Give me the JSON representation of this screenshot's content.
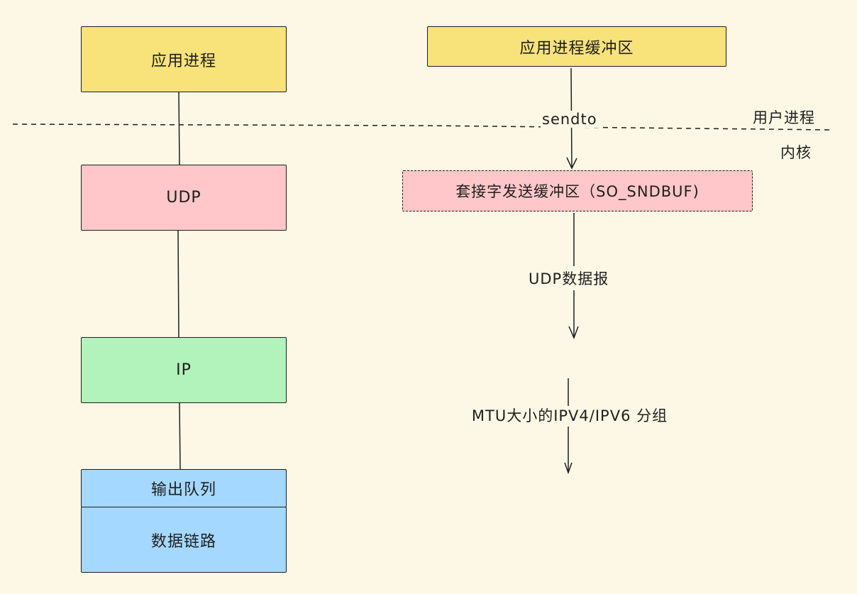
{
  "left_stack": {
    "app_process": "应用进程",
    "udp": "UDP",
    "ip": "IP",
    "output_queue": "输出队列",
    "data_link": "数据链路"
  },
  "right_flow": {
    "app_buffer": "应用进程缓冲区",
    "sendto": "sendto",
    "socket_buffer": "套接字发送缓冲区（SO_SNDBUF)",
    "udp_datagram": "UDP数据报",
    "mtu_packet": "MTU大小的IPV4/IPV6 分组"
  },
  "divider": {
    "user_space": "用户进程",
    "kernel_space": "内核"
  },
  "colors": {
    "background": "#fdf8e6",
    "app_yellow": "#f8e27a",
    "udp_pink": "#ffc7c9",
    "ip_green": "#b2f2bb",
    "link_blue": "#a5d8ff",
    "stroke": "#1e1e1e"
  }
}
